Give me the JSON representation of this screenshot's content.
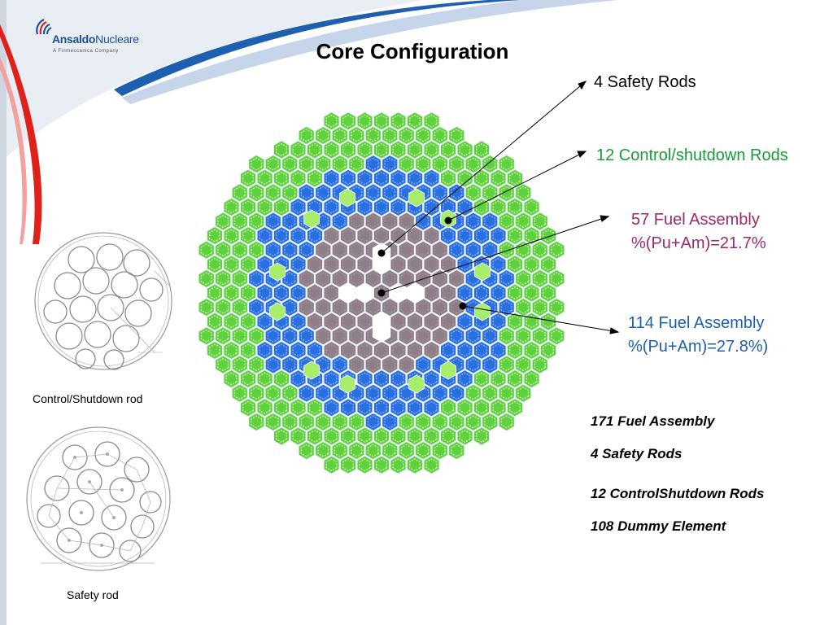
{
  "logo": {
    "name_bold": "Ansaldo",
    "name_light": "Nucleare",
    "subtitle": "A Finmeccanica Company"
  },
  "title": "Core Configuration",
  "callouts": {
    "safety_rods": "4 Safety Rods",
    "control_rods": "12 Control/shutdown Rods",
    "inner_fuel_line1": "57 Fuel Assembly",
    "inner_fuel_line2": "%(Pu+Am)=21.7%",
    "outer_fuel_line1": "114 Fuel Assembly",
    "outer_fuel_line2": "%(Pu+Am)=27.8%)"
  },
  "summary": {
    "fuel": "171 Fuel Assembly",
    "safety": "4 Safety Rods",
    "control": "12 ControlShutdown Rods",
    "dummy": "108 Dummy Element"
  },
  "captions": {
    "control_rod": "Control/Shutdown rod",
    "safety_rod": "Safety rod"
  },
  "colors": {
    "inner_fuel": "#8c7f87",
    "outer_fuel": "#2a6fe0",
    "dummy": "#5fd040",
    "control_rod": "#a8ee6a",
    "safety_rod": "#ffffff",
    "swoosh_blue": "#1f5fb0",
    "swoosh_red": "#e0201b"
  }
}
